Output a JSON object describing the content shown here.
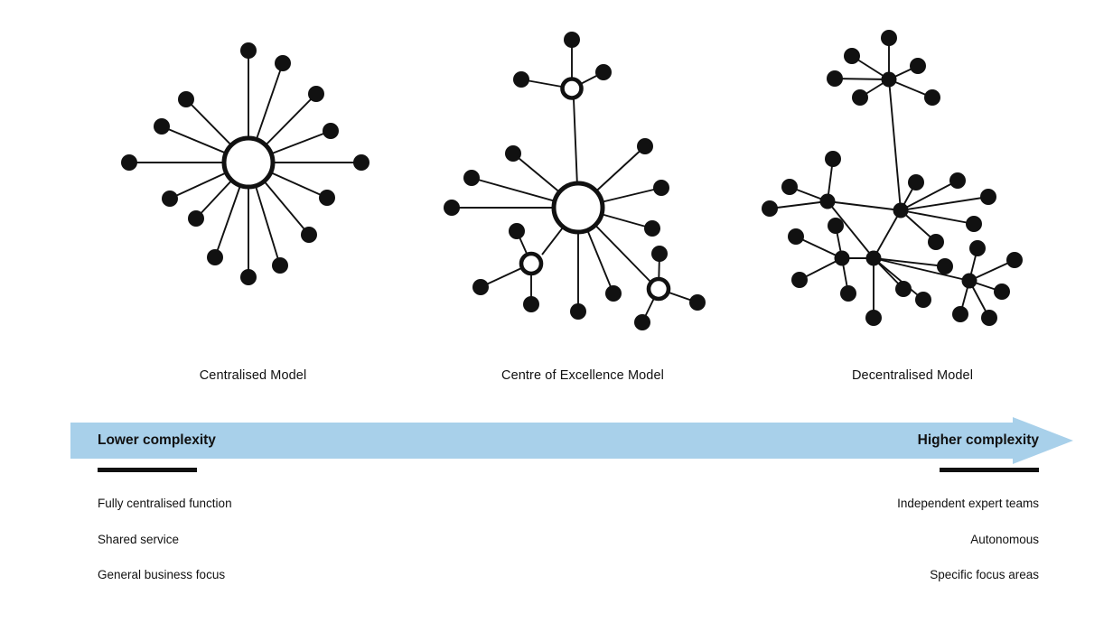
{
  "models": [
    {
      "id": "centralised",
      "caption": "Centralised Model",
      "hub_style": "open-large",
      "leaf_count": 15,
      "sub_hub_count": 0
    },
    {
      "id": "coe",
      "caption": "Centre of Excellence Model",
      "hub_style": "open-large",
      "leaf_count": 19,
      "sub_hub_count": 3
    },
    {
      "id": "decentralised",
      "caption": "Decentralised Model",
      "hub_style": "solid-mesh",
      "leaf_count": 28,
      "sub_hub_count": 6
    }
  ],
  "arrow": {
    "lower_label": "Lower complexity",
    "higher_label": "Higher complexity",
    "fill_color": "#a8d0ea",
    "text_color": "#111111"
  },
  "attributes": {
    "left": {
      "rule_color": "#111111",
      "items": [
        "Fully centralised function",
        "Shared service",
        "General business focus"
      ]
    },
    "right": {
      "rule_color": "#111111",
      "items": [
        "Independent expert teams",
        "Autonomous",
        "Specific focus areas"
      ]
    }
  },
  "chart_data": {
    "type": "diagram",
    "title": "Operating model complexity spectrum",
    "axis": {
      "from": "Lower complexity",
      "to": "Higher complexity",
      "direction": "left-to-right"
    },
    "nodes_diagram_1": {
      "hubs": [
        [
          165,
          150
        ]
      ],
      "leaves": [
        [
          165,
          24
        ],
        [
          202,
          36
        ],
        [
          237,
          69
        ],
        [
          253,
          110
        ],
        [
          272,
          150
        ],
        [
          248,
          186
        ],
        [
          229,
          226
        ],
        [
          200,
          264
        ],
        [
          165,
          278
        ],
        [
          131,
          252
        ],
        [
          106,
          210
        ],
        [
          80,
          190
        ],
        [
          36,
          150
        ],
        [
          71,
          112
        ],
        [
          96,
          83
        ]
      ]
    },
    "nodes_diagram_2": {
      "main_hub": [
        160,
        200
      ],
      "sub_hubs": [
        [
          153,
          68
        ],
        [
          108,
          262
        ],
        [
          249,
          290
        ]
      ],
      "leaf_count": 19
    },
    "nodes_diagram_3": {
      "hubs": [
        [
          154,
          58
        ],
        [
          167,
          203
        ],
        [
          86,
          193
        ],
        [
          137,
          256
        ],
        [
          102,
          256
        ],
        [
          243,
          281
        ]
      ],
      "leaf_count": 28
    }
  }
}
